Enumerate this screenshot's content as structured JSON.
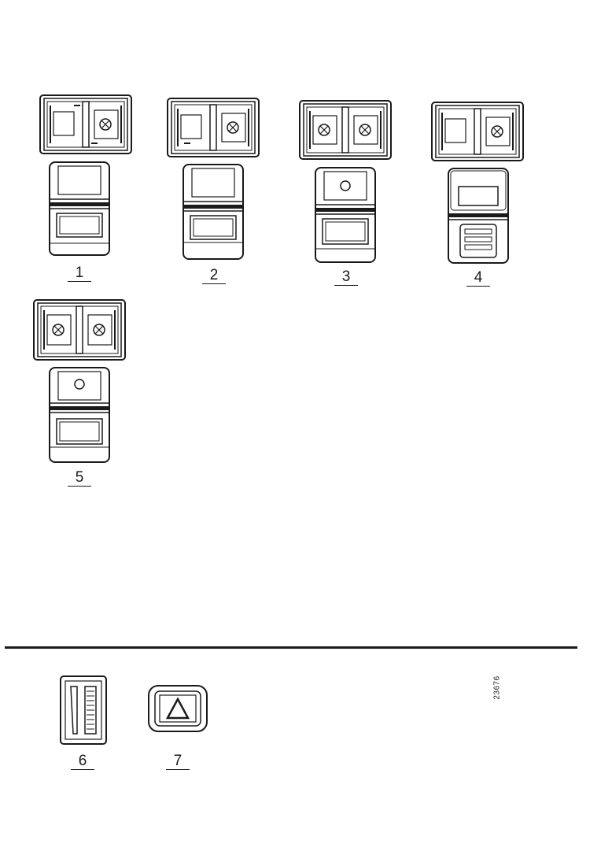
{
  "labels": {
    "1": "1",
    "2": "2",
    "3": "3",
    "4": "4",
    "5": "5",
    "6": "6",
    "7": "7"
  },
  "reference_number": "23676",
  "colors": {
    "ink": "#1a1a1a",
    "background": "#ffffff"
  }
}
